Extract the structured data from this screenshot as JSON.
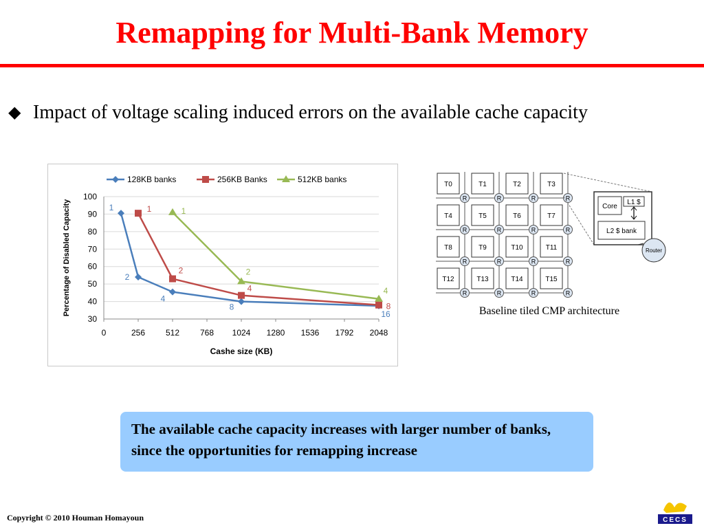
{
  "slide": {
    "title": "Remapping for Multi-Bank Memory",
    "bullet": "Impact of voltage scaling induced errors on the available cache capacity",
    "arch_caption": "Baseline tiled CMP architecture",
    "callout": "The available cache capacity increases with larger number of banks, since  the opportunities for remapping increase",
    "copyright": "Copyright © 2010 Houman Homayoun",
    "logo_text": "CECS"
  },
  "chart_data": {
    "type": "line",
    "xlabel": "Cashe size (KB)",
    "ylabel": "Percentage of Disabled Capacity",
    "xlim": [
      0,
      2048
    ],
    "ylim": [
      30,
      100
    ],
    "x_ticks": [
      0,
      256,
      512,
      768,
      1024,
      1280,
      1536,
      1792,
      2048
    ],
    "y_ticks": [
      30,
      40,
      50,
      60,
      70,
      80,
      90,
      100
    ],
    "grid": true,
    "legend": "top",
    "series": [
      {
        "name": "128KB banks",
        "color": "#4a7ebb",
        "marker": "diamond",
        "x": [
          128,
          256,
          512,
          1024,
          2048
        ],
        "values": [
          90.5,
          54,
          45.5,
          40,
          37.5
        ],
        "labels": [
          "1",
          "2",
          "4",
          "8",
          "16"
        ]
      },
      {
        "name": "256KB Banks",
        "color": "#be4b48",
        "marker": "square",
        "x": [
          256,
          512,
          1024,
          2048
        ],
        "values": [
          90.5,
          53,
          43.5,
          38
        ],
        "labels": [
          "1",
          "2",
          "4",
          "8"
        ]
      },
      {
        "name": "512KB banks",
        "color": "#98b954",
        "marker": "triangle",
        "x": [
          512,
          1024,
          2048
        ],
        "values": [
          91,
          51.5,
          41.5
        ],
        "labels": [
          "1",
          "2",
          "4"
        ]
      }
    ]
  },
  "diagram": {
    "tiles": [
      [
        "T0",
        "T1",
        "T2",
        "T3"
      ],
      [
        "T4",
        "T5",
        "T6",
        "T7"
      ],
      [
        "T8",
        "T9",
        "T10",
        "T11"
      ],
      [
        "T12",
        "T13",
        "T14",
        "T15"
      ]
    ],
    "router_label": "R",
    "detail": {
      "core": "Core",
      "l1": "L1 $",
      "l2": "L2 $ bank",
      "router": "Router"
    }
  }
}
